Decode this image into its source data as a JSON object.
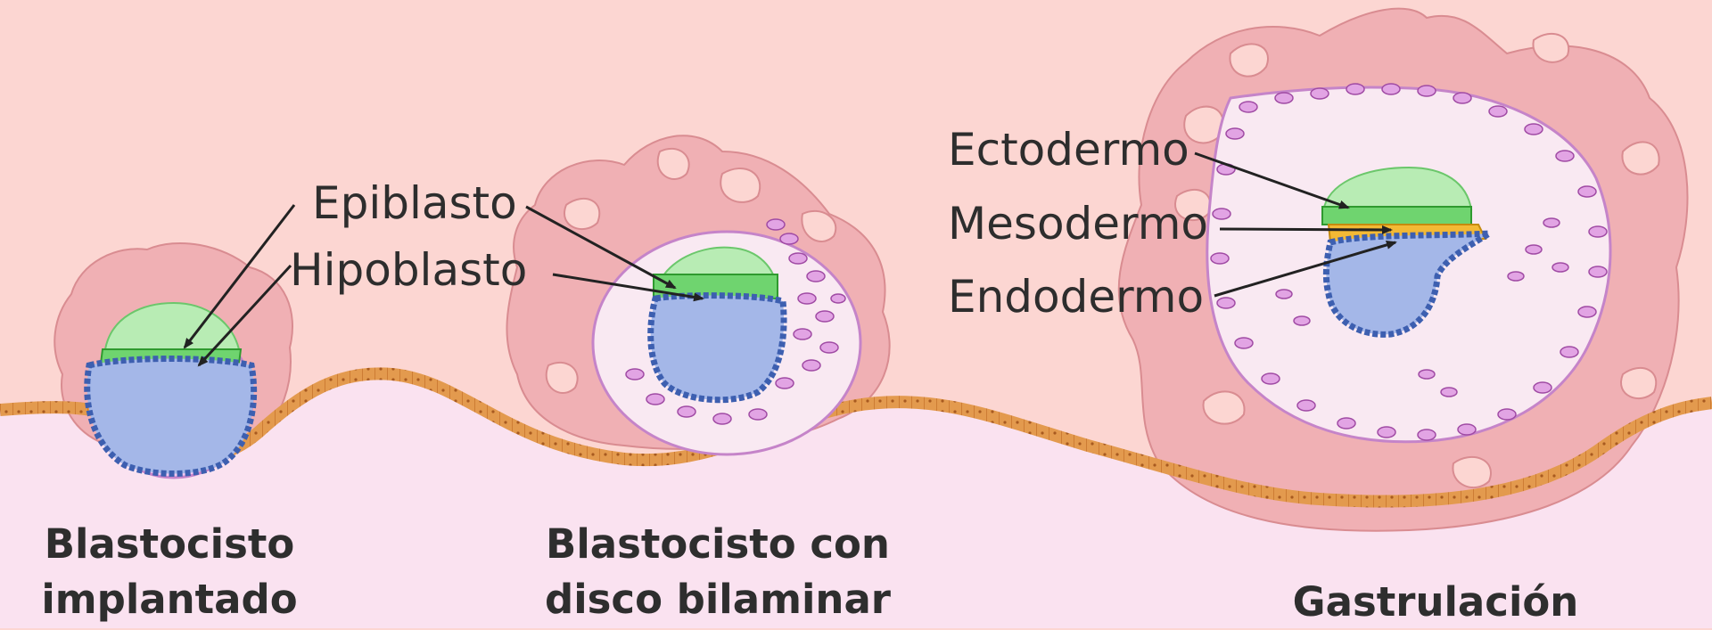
{
  "labels": {
    "epiblasto": "Epiblasto",
    "hipoblasto": "Hipoblasto",
    "ectodermo": "Ectodermo",
    "mesodermo": "Mesodermo",
    "endodermo": "Endodermo"
  },
  "captions": {
    "stage1_line1": "Blastocisto",
    "stage1_line2": "implantado",
    "stage2_line1": "Blastocisto con",
    "stage2_line2": "disco bilaminar",
    "stage3": "Gastrulación"
  },
  "colors": {
    "background": "#fcd6d2",
    "uterine_tissue": "#fae2f0",
    "epithelium": "#e4974b",
    "decidua": "#f0b0b4",
    "decidua_stroke": "#d98c91",
    "epiblast_ectoderm": "#9be29b",
    "hypoblast_endoderm": "#a4b7e8",
    "hypoblast_border": "#3d5fb0",
    "mesoderm": "#f3b935",
    "trophoblast": "#e2a4e4",
    "cavity": "#f9e9f2"
  }
}
